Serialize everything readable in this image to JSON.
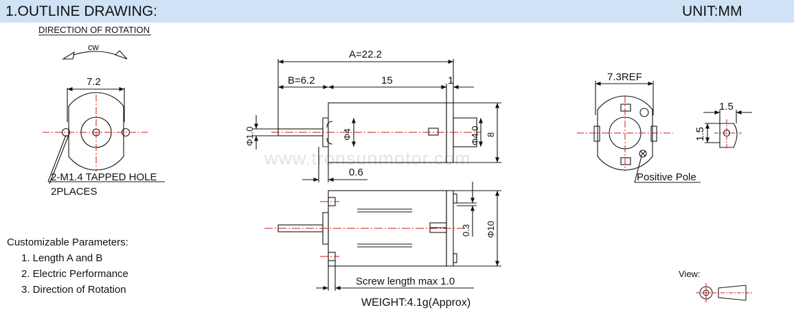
{
  "header": {
    "title": "1.OUTLINE DRAWING:",
    "unit": "UNIT:MM"
  },
  "left_view": {
    "direction_label": "DIRECTION OF ROTATION",
    "rotation": "cw",
    "width_dim": "7.2",
    "hole_note_1": "2-M1.4 TAPPED HOLE",
    "hole_note_2": "2PLACES"
  },
  "side_view": {
    "dim_a": "A=22.2",
    "dim_b": "B=6.2",
    "dim_body": "15",
    "dim_tab": "1",
    "dim_shaft_dia": "Φ1.0",
    "dim_boss_dia": "Φ4",
    "dim_rear_boss": "Φ4.0",
    "dim_height": "8",
    "dim_gap": "0.6"
  },
  "watermark": "www.tronsunmotor.com",
  "bottom_view": {
    "dim_tab_thickness": "0.3",
    "dim_width": "Φ10",
    "screw_note": "Screw length max 1.0",
    "weight": "WEIGHT:4.1g(Approx)"
  },
  "rear_view": {
    "ref_dim": "7.3REF",
    "pole_label": "Positive Pole"
  },
  "terminal_detail": {
    "dim_w": "1.5",
    "dim_h": "1.5"
  },
  "params": {
    "title": "Customizable Parameters:",
    "items": [
      "1. Length A and B",
      "2. Electric Performance",
      "3. Direction of Rotation"
    ]
  },
  "view_label": "View:",
  "colors": {
    "header_bg": "#cfe2f6",
    "line": "#111111",
    "centerline": "#d01010"
  }
}
